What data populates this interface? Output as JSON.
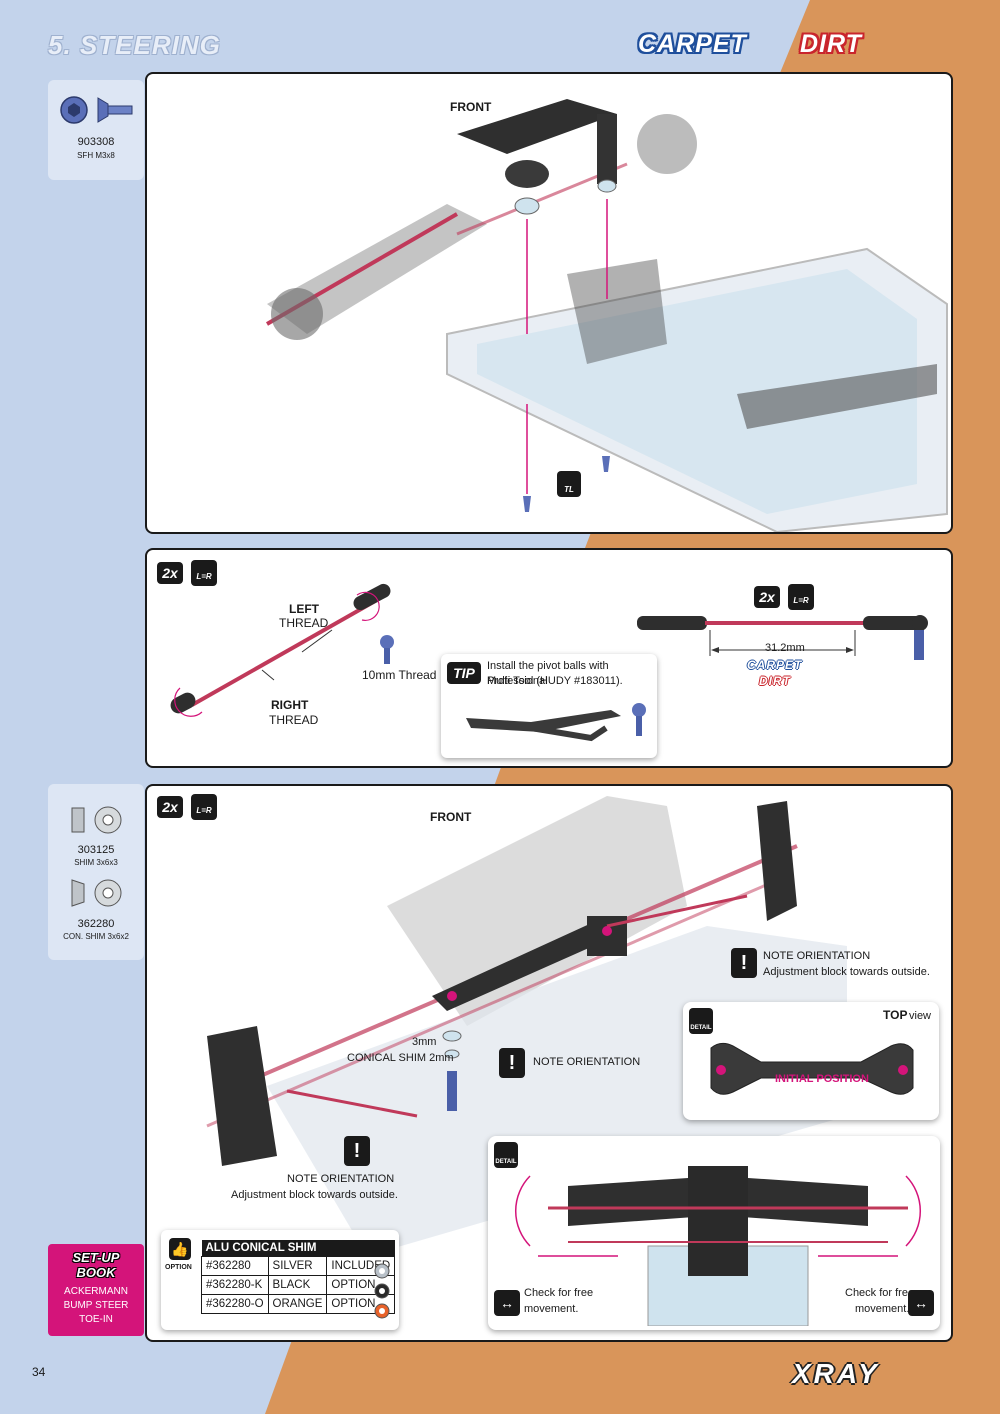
{
  "header": {
    "section_title": "5. STEERING",
    "badge_carpet": "CARPET",
    "badge_dirt": "DIRT"
  },
  "colors": {
    "left_bg": "#c3d3eb",
    "right_bg": "#d9955a",
    "carpet_blue": "#1f4f9c",
    "dirt_red": "#c9252c",
    "rod_pink": "#c0395a",
    "accent_magenta": "#d4147a"
  },
  "step1": {
    "parts": [
      {
        "number": "903308",
        "name": "SFH M3x8"
      }
    ],
    "front_label": "FRONT",
    "tool_icon": "allen-key-icon",
    "tool_text": "TL"
  },
  "step2": {
    "qty": "2x",
    "lr_icon": "L=R",
    "left_thread_1": "LEFT",
    "left_thread_2": "THREAD",
    "right_thread_1": "RIGHT",
    "right_thread_2": "THREAD",
    "ball_label": "10mm Thread",
    "tip_badge": "TIP",
    "tip_text_1": "Install the pivot balls with Professional",
    "tip_text_2": "Multi Tool (HUDY #183011).",
    "qty_right": "2x",
    "length": "31.2mm",
    "carpet": "CARPET",
    "dirt": "DIRT"
  },
  "step3": {
    "qty": "2x",
    "lr_icon": "L=R",
    "parts": [
      {
        "number": "303125",
        "name": "SHIM 3x6x3"
      },
      {
        "number": "362280",
        "name": "CON. SHIM 3x6x2"
      }
    ],
    "front_label": "FRONT",
    "note_top_1": "NOTE ORIENTATION",
    "note_top_2": "Adjustment block towards outside.",
    "shim_3mm": "3mm",
    "shim_conical": "CONICAL SHIM 2mm",
    "note_mid": "NOTE ORIENTATION",
    "note_bottom_1": "NOTE ORIENTATION",
    "note_bottom_2": "Adjustment block towards outside.",
    "top_view_1": "TOP",
    "top_view_2": "view",
    "detail": "DETAIL",
    "initial_position": "INITIAL POSITION",
    "check_left_1": "Check for free",
    "check_left_2": "movement.",
    "check_right_1": "Check for free",
    "check_right_2": "movement."
  },
  "option_table": {
    "option_label": "OPTION",
    "header": "ALU CONICAL SHIM",
    "rows": [
      {
        "code": "#362280",
        "color": "SILVER",
        "status": "INCLUDED",
        "swatch": "#b8c0c8"
      },
      {
        "code": "#362280-K",
        "color": "BLACK",
        "status": "OPTION",
        "swatch": "#2a2a2a"
      },
      {
        "code": "#362280-O",
        "color": "ORANGE",
        "status": "OPTION",
        "swatch": "#e8622a"
      }
    ]
  },
  "setup_book": {
    "title_1": "SET-UP",
    "title_2": "BOOK",
    "items": [
      "ACKERMANN",
      "BUMP STEER",
      "TOE-IN"
    ]
  },
  "footer": {
    "page_number": "34",
    "brand": "XRAY"
  }
}
